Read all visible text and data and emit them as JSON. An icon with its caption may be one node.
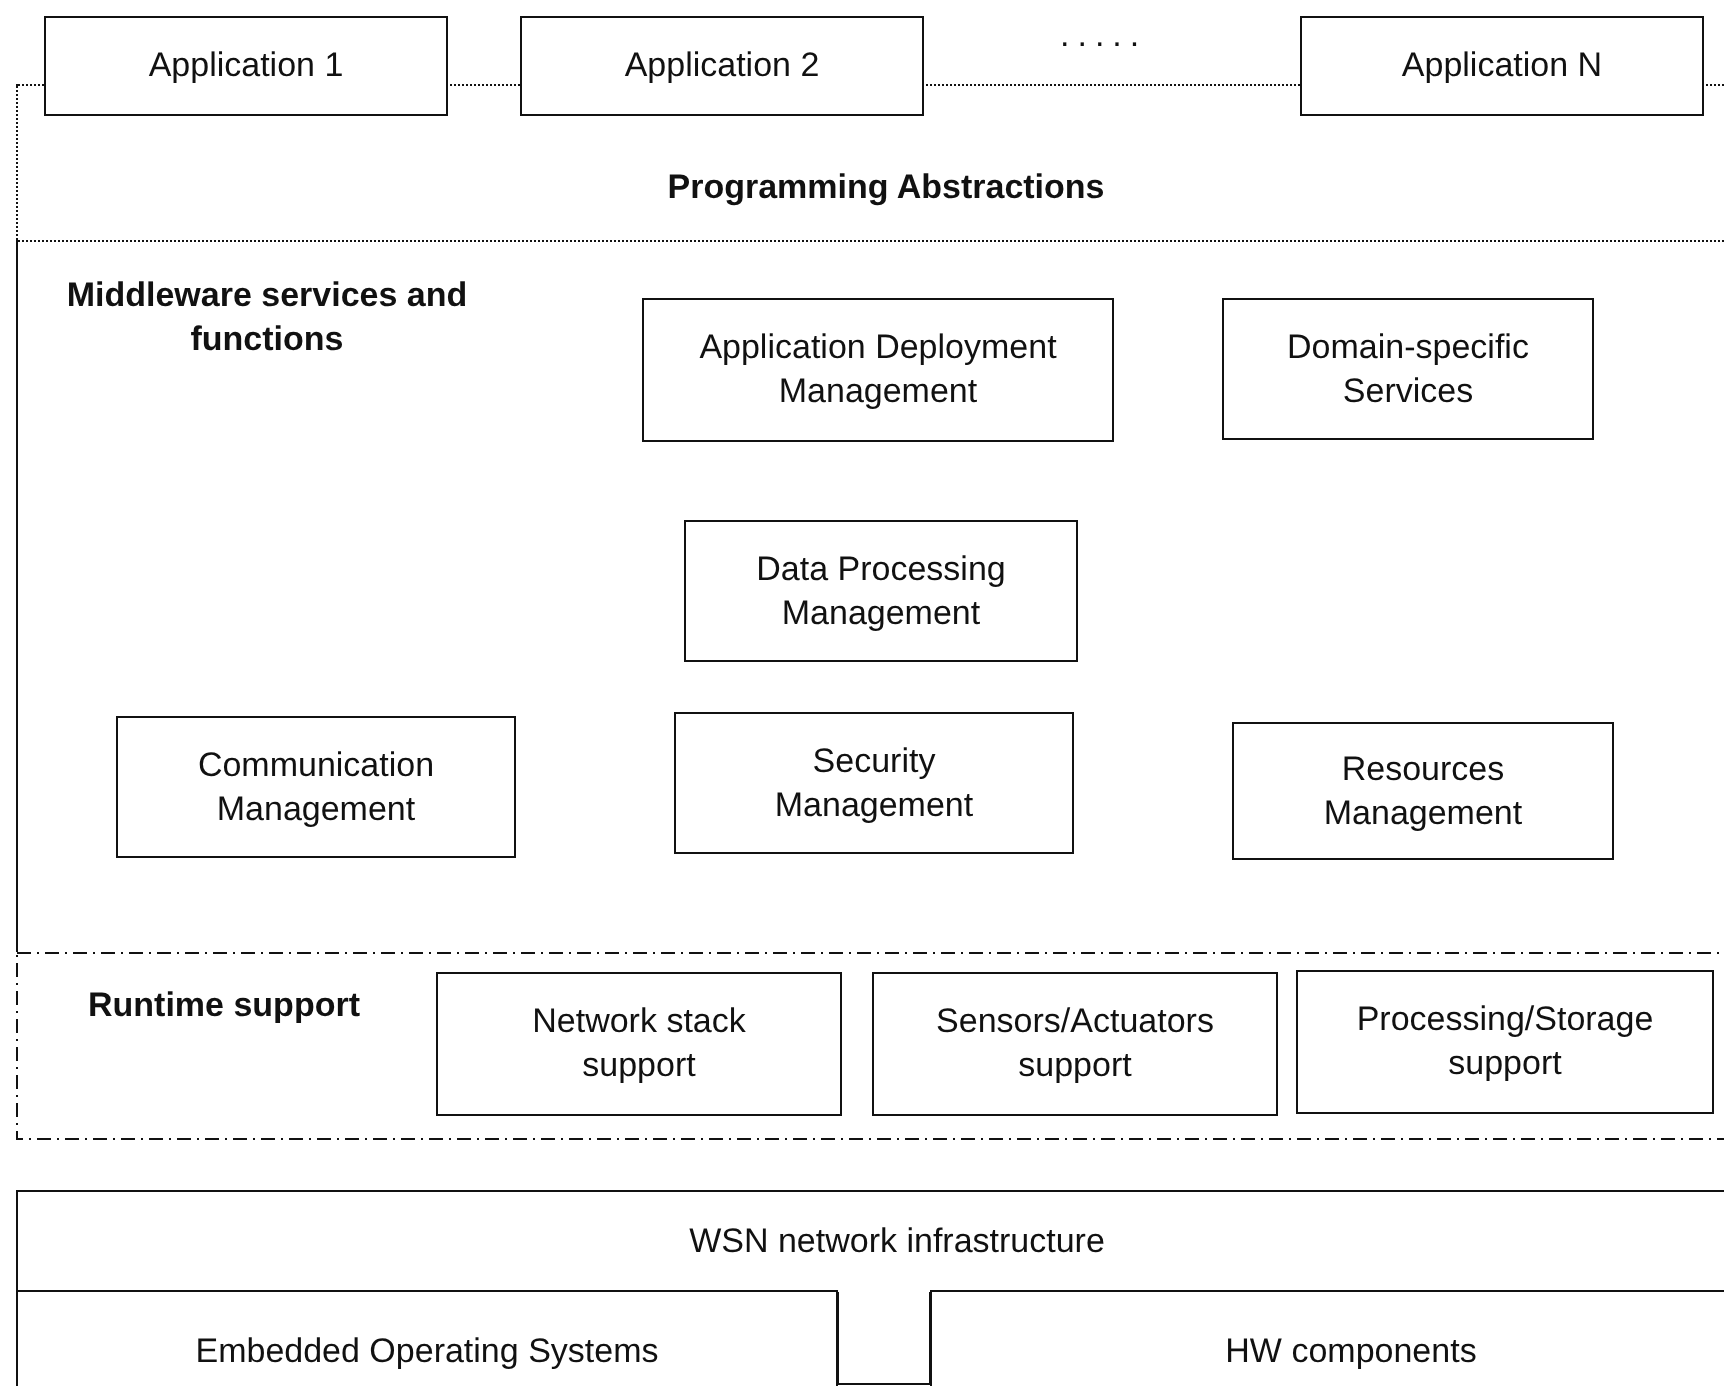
{
  "diagram": {
    "nodes": [
      {
        "text": [
          "Application 1"
        ]
      },
      {
        "text": [
          "Application 2"
        ]
      },
      {
        "text": [
          "Application N"
        ]
      },
      {
        "text": [
          "Programming Abstractions"
        ]
      },
      {
        "text": [
          "Middleware services and functions"
        ]
      },
      {
        "text": [
          "Application Deployment Management"
        ],
        "in": 4
      },
      {
        "text": [
          "Domain-specific Services"
        ],
        "in": 4
      },
      {
        "text": [
          "Data Processing Management"
        ],
        "in": 4
      },
      {
        "text": [
          "Communication Management"
        ],
        "in": 4
      },
      {
        "text": [
          "Security Management"
        ],
        "in": 4
      },
      {
        "text": [
          "Resources Management"
        ],
        "in": 4
      },
      {
        "text": [
          "Runtime support"
        ]
      },
      {
        "text": [
          "Network stack support"
        ],
        "in": 11
      },
      {
        "text": [
          "Sensors/Actuators support"
        ],
        "in": 11
      },
      {
        "text": [
          "Processing/Storage support"
        ],
        "in": 11
      },
      {
        "text": [
          "WSN network infrastructure"
        ]
      },
      {
        "text": [
          "Embedded Operating Systems"
        ]
      },
      {
        "text": [
          "HW components"
        ]
      }
    ],
    "labels": [
      "....."
    ]
  }
}
